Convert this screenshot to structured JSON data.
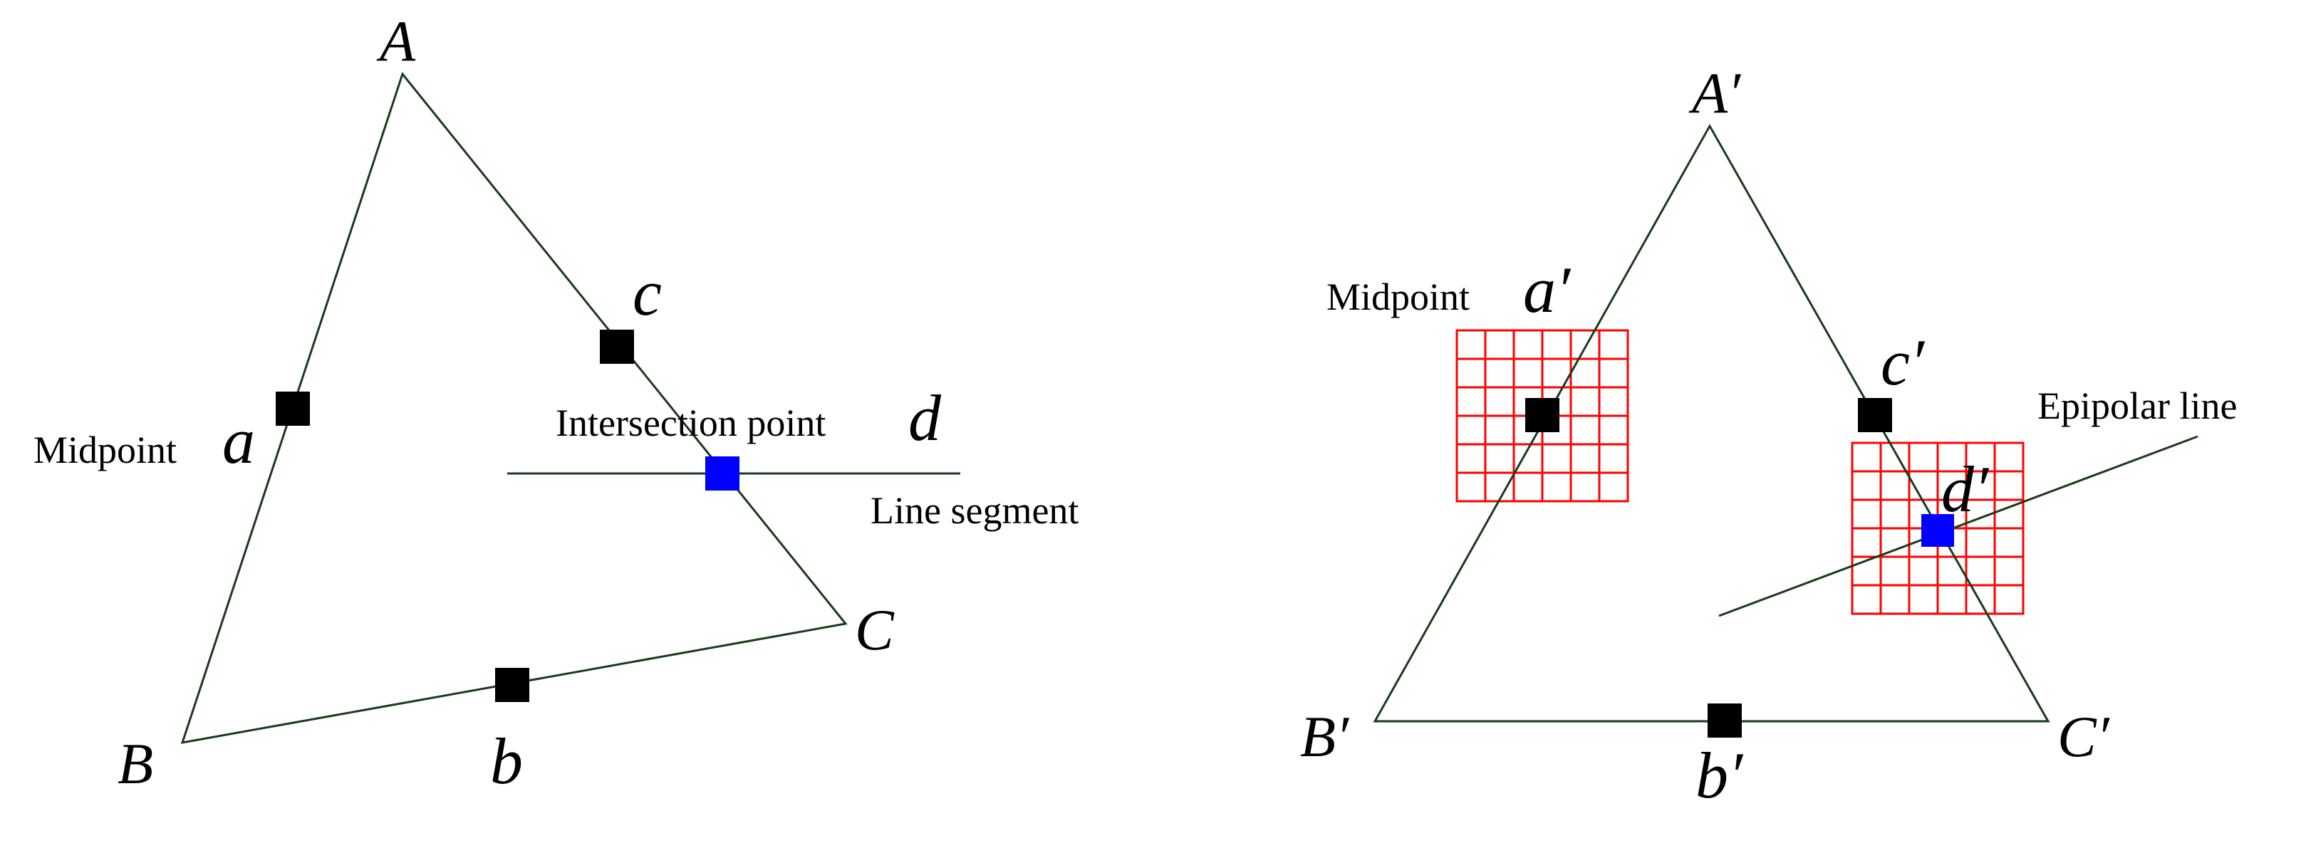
{
  "left_figure": {
    "vertices": {
      "A": "A",
      "B": "B",
      "C": "C"
    },
    "points": {
      "a": "a",
      "b": "b",
      "c": "c",
      "d": "d"
    },
    "labels": {
      "midpoint": "Midpoint",
      "intersection": "Intersection point",
      "line_segment": "Line segment"
    }
  },
  "right_figure": {
    "vertices": {
      "A": "A′",
      "B": "B′",
      "C": "C′"
    },
    "points": {
      "a": "a′",
      "b": "b′",
      "c": "c′",
      "d": "d′"
    },
    "labels": {
      "midpoint": "Midpoint",
      "epipolar": "Epipolar line"
    },
    "search_window_cells": 6
  },
  "colors": {
    "triangle_line": "#1a3a1a",
    "point_marker": "#000000",
    "intersection_marker": "#0000ff",
    "grid": "#ff0000"
  }
}
